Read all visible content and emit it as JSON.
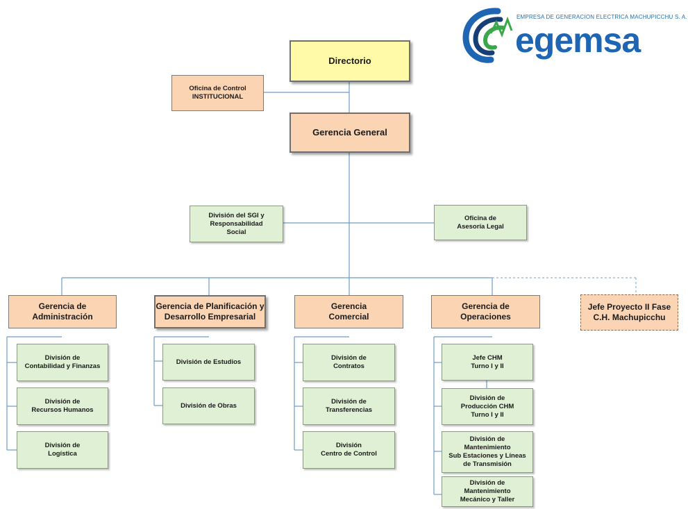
{
  "logo": {
    "company_line": "EMPRESA DE GENERACION ELECTRICA MACHUPICCHU S. A.",
    "wordmark": "egemsa",
    "icon": "swirl-logo-icon",
    "colors": {
      "blue": "#1e66b3",
      "green": "#3aa84a",
      "navy": "#173f73"
    }
  },
  "org": {
    "directorio": "Directorio",
    "control": [
      "Oficina de Control",
      "INSTITUCIONAL"
    ],
    "gerencia_general": "Gerencia General",
    "sgi": [
      "División del SGI y",
      "Responsabilidad",
      "Social"
    ],
    "legal": [
      "Oficina de",
      "Asesoría Legal"
    ],
    "admin": [
      "Gerencia de",
      "Administración"
    ],
    "planif": [
      "Gerencia de Planificación y",
      "Desarrollo Empresarial"
    ],
    "comercial": [
      "Gerencia",
      "Comercial"
    ],
    "operaciones": [
      "Gerencia de",
      "Operaciones"
    ],
    "proyecto": [
      "Jefe Proyecto II Fase",
      "C.H. Machupicchu"
    ],
    "admin_divs": [
      [
        "División de",
        "Contabilidad y Finanzas"
      ],
      [
        "División de",
        "Recursos Humanos"
      ],
      [
        "División de",
        "Logística"
      ]
    ],
    "planif_divs": [
      [
        "División de Estudios"
      ],
      [
        "División de Obras"
      ]
    ],
    "comercial_divs": [
      [
        "División de",
        "Contratos"
      ],
      [
        "División de",
        "Transferencias"
      ],
      [
        "División",
        "Centro de Control"
      ]
    ],
    "oper_divs": [
      [
        "Jefe CHM",
        "Turno I y II"
      ],
      [
        "División de",
        "Producción CHM",
        "Turno I y II"
      ],
      [
        "División de",
        "Mantenimiento",
        "Sub Estaciones y Líneas",
        "de Transmisión"
      ],
      [
        "División de",
        "Mantenimiento",
        "Mecánico y Taller"
      ]
    ]
  },
  "colors": {
    "orange_box": "#fbd4b4",
    "green_box": "#dff0d4",
    "yellow_box": "#fffaa8",
    "connector": "#6f9bc6"
  }
}
